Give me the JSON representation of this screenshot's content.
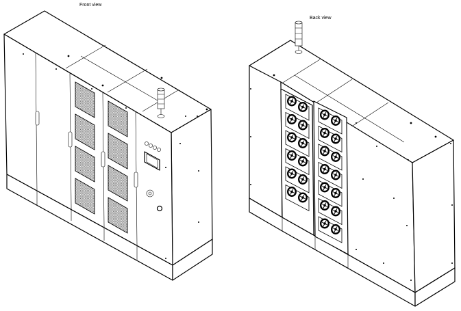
{
  "views": {
    "front_label": "Front view",
    "back_label": "Back view"
  },
  "front_panel": {
    "indicator_lamps": 4,
    "vent_grilles_per_door": 4,
    "vent_doors": 2
  },
  "back_panel": {
    "fan_columns": [
      {
        "fans": 6
      },
      {
        "fans": 7
      }
    ],
    "fans_per_module": 2
  },
  "colors": {
    "line": "#000000",
    "background": "#ffffff"
  }
}
